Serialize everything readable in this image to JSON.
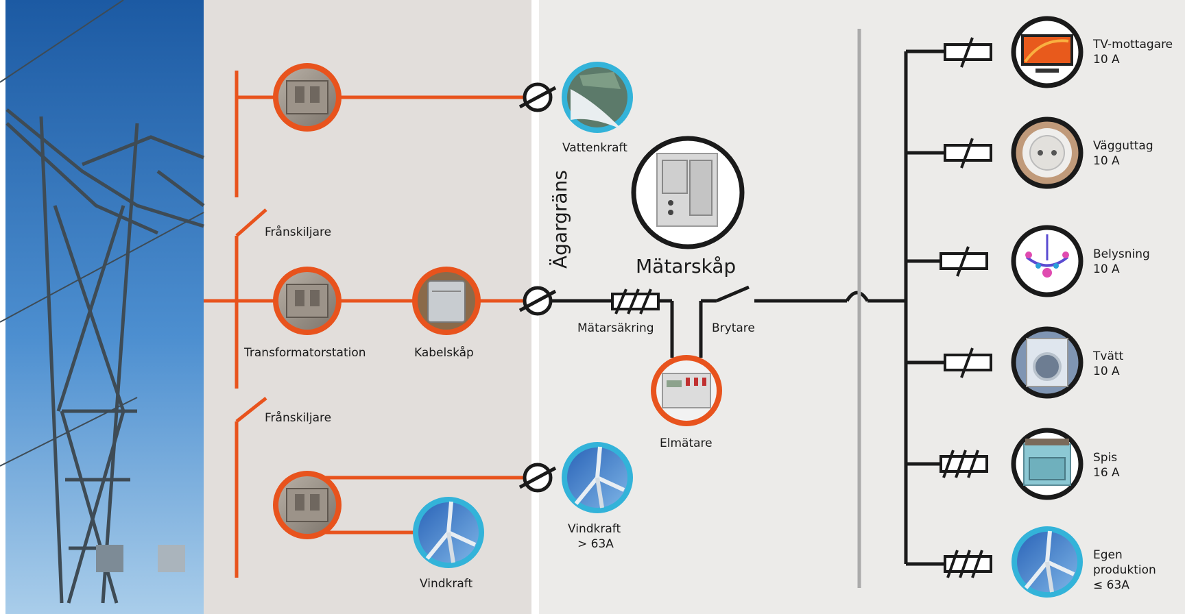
{
  "colors": {
    "grid_orange": "#e8531d",
    "cable_black": "#1a1a1a",
    "left_panel": "#e2dedb",
    "right_panel": "#ecebe9",
    "sky_top": "#1f5fa8",
    "sky_bottom": "#9cc6e8",
    "ring_orange": "#e8531d",
    "ring_blue": "#33b3d9",
    "ring_black": "#1a1a1a",
    "divider_gray": "#aaaaaa"
  },
  "labels": {
    "franskiljare_1": "Frånskiljare",
    "franskiljare_2": "Frånskiljare",
    "transformatorstation": "Transformatorstation",
    "kabelskap": "Kabelskåp",
    "vindkraft_local": "Vindkraft",
    "vattenkraft": "Vattenkraft",
    "agargrans": "Ägargräns",
    "matarskap": "Mätarskåp",
    "matarsakring": "Mätarsäkring",
    "brytare": "Brytare",
    "elmatare": "Elmätare",
    "vindkraft_large_1": "Vindkraft",
    "vindkraft_large_2": "> 63A"
  },
  "loads": [
    {
      "name": "TV-mottagare",
      "rating": "10 A",
      "icon": "tv-icon",
      "fuse": "single"
    },
    {
      "name": "Vägguttag",
      "rating": "10 A",
      "icon": "socket-icon",
      "fuse": "single"
    },
    {
      "name": "Belysning",
      "rating": "10 A",
      "icon": "chandelier-icon",
      "fuse": "single"
    },
    {
      "name": "Tvätt",
      "rating": "10 A",
      "icon": "washing-machine-icon",
      "fuse": "single"
    },
    {
      "name": "Spis",
      "rating": "16 A",
      "icon": "stove-icon",
      "fuse": "triple"
    },
    {
      "name": "Egen",
      "rating": "produktion",
      "rating2": "≤ 63A",
      "icon": "wind-turbine-icon",
      "fuse": "triple"
    }
  ]
}
